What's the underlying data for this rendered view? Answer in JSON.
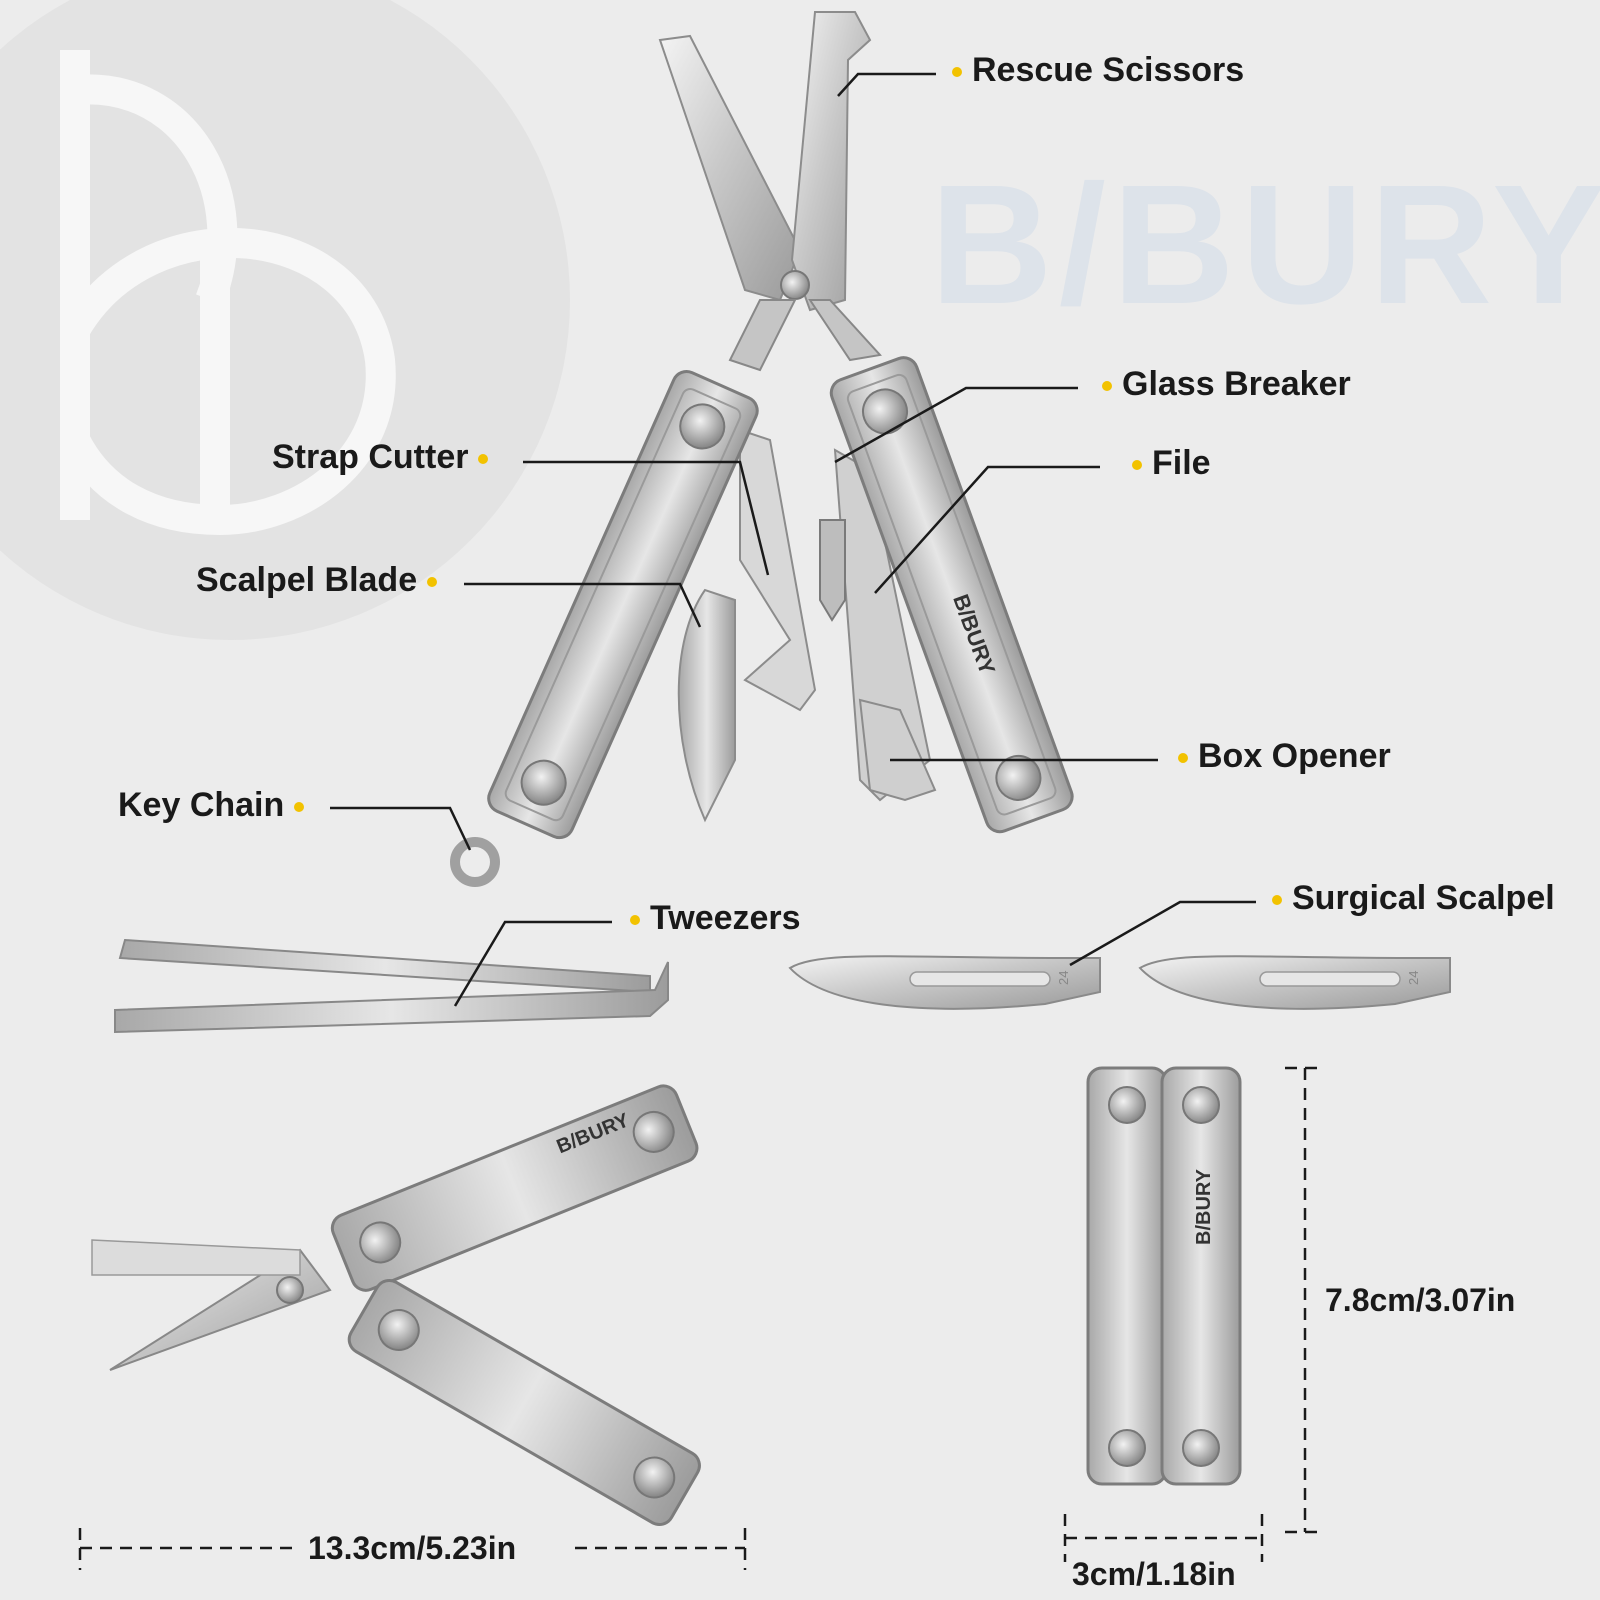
{
  "brand": {
    "name": "B/BURY",
    "monogram_letters": "b",
    "slash_color": "#e8a0a0",
    "watermark_color": "#dde3ea"
  },
  "accent_color": "#f2c200",
  "labels": {
    "rescue_scissors": "Rescue Scissors",
    "glass_breaker": "Glass Breaker",
    "file": "File",
    "strap_cutter": "Strap Cutter",
    "scalpel_blade": "Scalpel Blade",
    "box_opener": "Box Opener",
    "key_chain": "Key Chain",
    "tweezers": "Tweezers",
    "surgical_scalpel": "Surgical Scalpel"
  },
  "blade_number": "24",
  "dimensions": {
    "length": "13.3cm/5.23in",
    "height": "7.8cm/3.07in",
    "width": "3cm/1.18in"
  }
}
